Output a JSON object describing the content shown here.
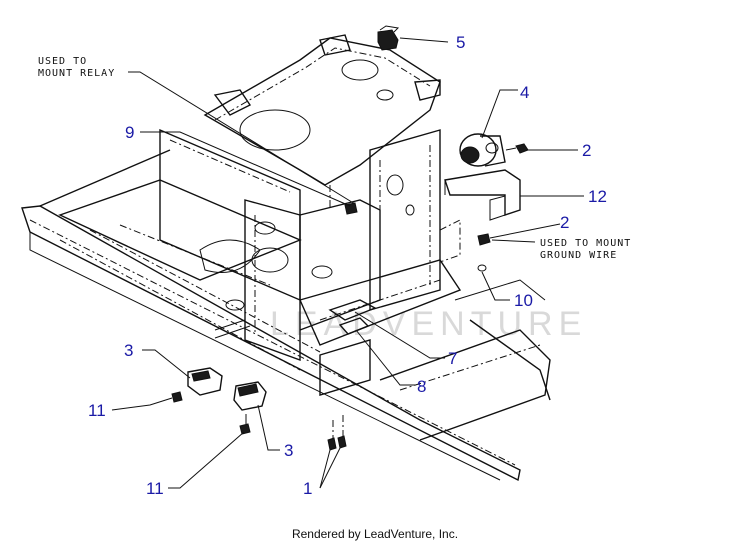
{
  "callouts": [
    {
      "id": "c5",
      "label": "5"
    },
    {
      "id": "c4",
      "label": "4"
    },
    {
      "id": "c2a",
      "label": "2"
    },
    {
      "id": "c12",
      "label": "12"
    },
    {
      "id": "c2b",
      "label": "2"
    },
    {
      "id": "c9",
      "label": "9"
    },
    {
      "id": "c10",
      "label": "10"
    },
    {
      "id": "c7",
      "label": "7"
    },
    {
      "id": "c8",
      "label": "8"
    },
    {
      "id": "c3a",
      "label": "3"
    },
    {
      "id": "c11a",
      "label": "11"
    },
    {
      "id": "c3b",
      "label": "3"
    },
    {
      "id": "c11b",
      "label": "11"
    },
    {
      "id": "c1",
      "label": "1"
    }
  ],
  "notes": {
    "relay_line1": "USED TO",
    "relay_line2": "MOUNT RELAY",
    "ground_line1": "USED TO MOUNT",
    "ground_line2": "GROUND WIRE"
  },
  "watermark": "LEADVENTURE",
  "footer": "Rendered by LeadVenture, Inc.",
  "colors": {
    "callout": "#1a1aa6",
    "line": "#111111",
    "watermark": "#d9d9d9"
  }
}
